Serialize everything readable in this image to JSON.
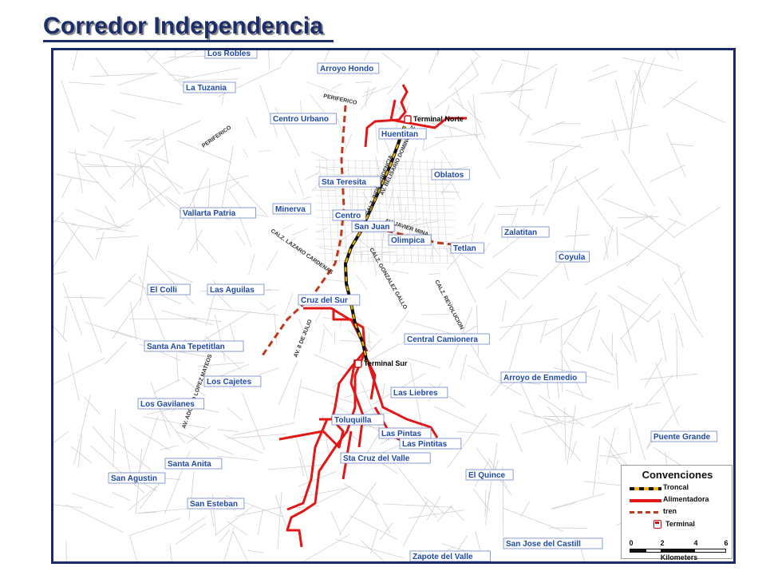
{
  "title": "Corredor Independencia",
  "colors": {
    "frame": "#1a2a66",
    "troncal_dark": "#111111",
    "troncal_light": "#f0b400",
    "alimentadora": "#e01818",
    "tren": "#c0391a",
    "place_text": "#1f4aa8",
    "streets": "#d0d0d0"
  },
  "places": [
    "Los Robles",
    "Arroyo Hondo",
    "La Tuzania",
    "Centro Urbano",
    "Huentitan",
    "Oblatos",
    "Sta Teresita",
    "Minerva",
    "Vallarta Patria",
    "Centro",
    "San Juan",
    "Olimpica",
    "Zalatitan",
    "Tetlan",
    "Coyula",
    "El Colli",
    "Las Aguilas",
    "Cruz del Sur",
    "Central Camionera",
    "Santa Ana Tepetitlan",
    "Arroyo de Enmedio",
    "Los Cajetes",
    "Las Liebres",
    "Los Gavilanes",
    "Toluquilla",
    "Las Pintas",
    "Las Pintitas",
    "Puente Grande",
    "Santa Anita",
    "Sta Cruz del Valle",
    "San Agustin",
    "El Quince",
    "San Esteban",
    "San Jose del Castill",
    "Zapote del Valle"
  ],
  "streets": [
    "PERIFERICO",
    "PERIFERICO",
    "CALZ. INDEPENDENCIA",
    "AV. BELISARIO DOMINGUEZ",
    "AV. JAVIER MINA",
    "CALZ. LAZARO CARDENAS",
    "CALZ. GONZALEZ GALLO",
    "CALZ. REVOLUCION",
    "AV. 8 DE JULIO",
    "AV. ADOLFO LOPEZ MATEOS"
  ],
  "terminals": [
    "Terminal Norte",
    "Terminal Sur"
  ],
  "legend": {
    "title": "Convenciones",
    "items": [
      {
        "label": "Troncal",
        "icon": "troncal-line"
      },
      {
        "label": "Alimentadora",
        "icon": "feeder-line"
      },
      {
        "label": "tren",
        "icon": "train-dashed-line"
      },
      {
        "label": "Terminal",
        "icon": "bus-icon"
      }
    ],
    "scale": {
      "ticks": [
        "0",
        "2",
        "4",
        "6"
      ],
      "unit": "Kilometers"
    }
  }
}
